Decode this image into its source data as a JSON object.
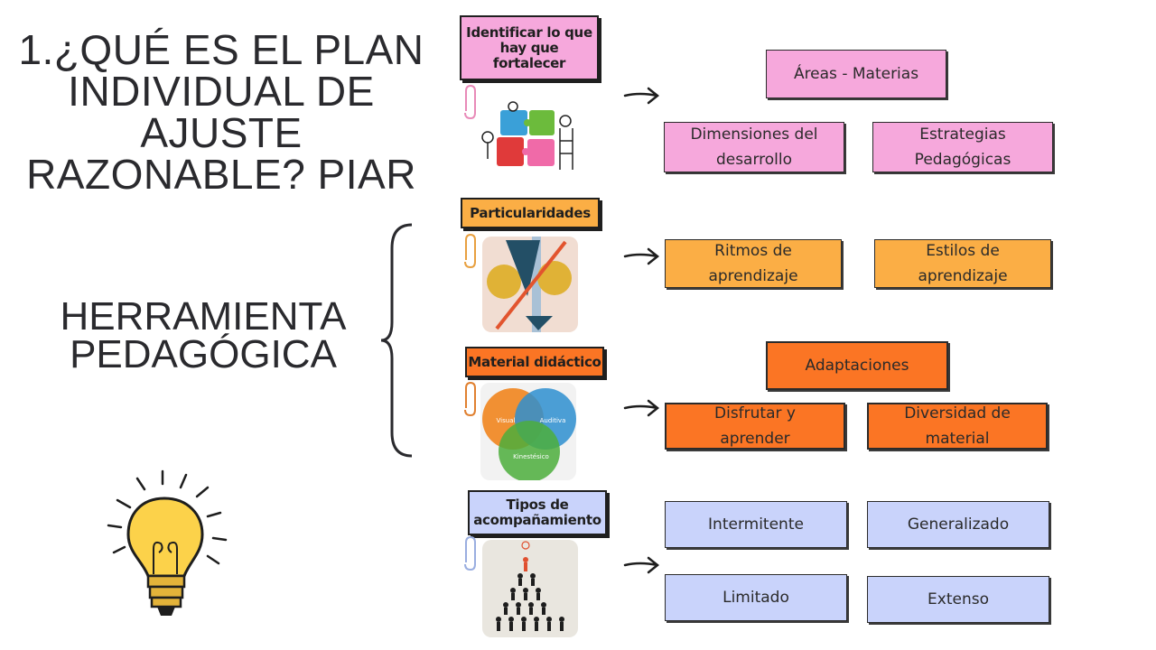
{
  "title": "1.¿QUÉ ES EL PLAN INDIVIDUAL DE AJUSTE RAZONABLE? PIAR",
  "subtitle": "HERRAMIENTA PEDAGÓGICA",
  "rows": [
    {
      "label": "Identificar lo que hay que fortalecer",
      "items": [
        "Áreas - Materias",
        "Dimensiones del desarrollo",
        "Estrategias Pedagógicas"
      ]
    },
    {
      "label": "Particularidades",
      "items": [
        "Ritmos de aprendizaje",
        "Estilos de aprendizaje"
      ]
    },
    {
      "label": "Material didáctico",
      "items": [
        "Adaptaciones",
        "Disfrutar y aprender",
        "Diversidad de material"
      ],
      "venn": [
        "Visual",
        "Auditiva",
        "Kinestésico"
      ]
    },
    {
      "label": "Tipos de acompañamiento",
      "items": [
        "Intermitente",
        "Generalizado",
        "Limitado",
        "Extenso"
      ]
    }
  ],
  "colors": {
    "pink": "#f6a8dc",
    "amber": "#fbae45",
    "orange": "#fb7524",
    "lavender": "#c9d3fb",
    "ink": "#2a2a2e"
  }
}
